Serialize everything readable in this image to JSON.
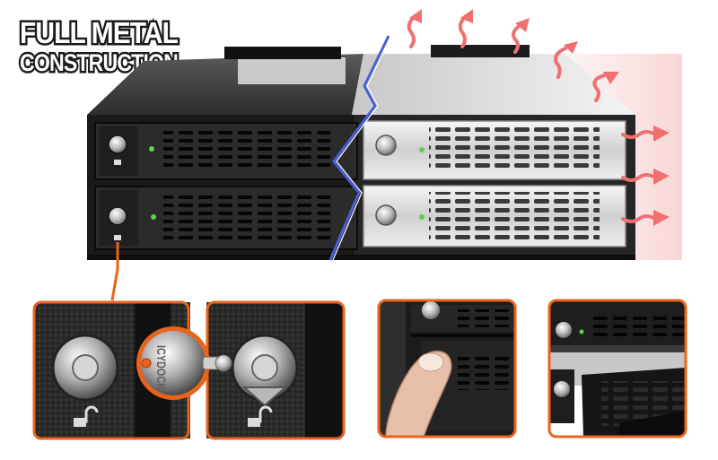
{
  "headline": {
    "line1": "FULL METAL",
    "line2": "CONSTRUCTION"
  },
  "key_brand": "ICYDOCK",
  "colors": {
    "frame_orange": "#e8631c",
    "heat_arrow": "#f07070",
    "led_green": "#59d447",
    "divider_blue": "#4a5fd8",
    "chassis_dark": "#1e1e1e",
    "tray_silver": "#d9d9d9"
  },
  "icons": [
    "lock-key-icon",
    "unlock-icon",
    "heat-arrow-icon"
  ]
}
